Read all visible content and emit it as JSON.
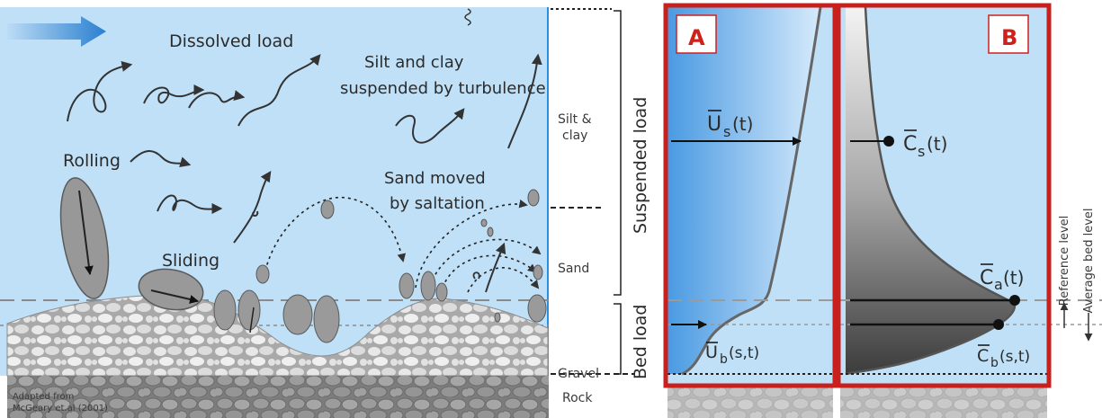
{
  "left_panel": {
    "labels": {
      "dissolved": "Dissolved load",
      "silt_line1": "Silt and clay",
      "silt_line2": "suspended by turbulence",
      "rolling": "Rolling",
      "sand_line1": "Sand moved",
      "sand_line2": "by saltation",
      "sliding": "Sliding"
    },
    "credit_line1": "Adapted from",
    "credit_line2": "McGeary et.al (2001)"
  },
  "size_classes": {
    "silt_line1": "Silt &",
    "silt_line2": "clay",
    "sand": "Sand",
    "gravel": "Gravel",
    "rock": "Rock"
  },
  "load_types": {
    "suspended": "Suspended load",
    "bed": "Bed load"
  },
  "panel_a": {
    "tag": "A",
    "upper_label": "U",
    "upper_sub": "s",
    "upper_arg": "(t)",
    "lower_label": "U",
    "lower_sub": "b",
    "lower_arg": "(s,t)"
  },
  "panel_b": {
    "tag": "B",
    "cs_label": "C",
    "cs_sub": "s",
    "cs_arg": "(t)",
    "ca_label": "C",
    "ca_sub": "a",
    "ca_arg": "(t)",
    "cb_label": "C",
    "cb_sub": "b",
    "cb_arg": "(s,t)"
  },
  "levels": {
    "reference": "Reference level",
    "average_bed": "Average bed level"
  },
  "colors": {
    "water": "#bfe0f7",
    "accent_red": "#d0201c",
    "gravel": "#d7d7d7",
    "rock": "#8e8e8e"
  }
}
